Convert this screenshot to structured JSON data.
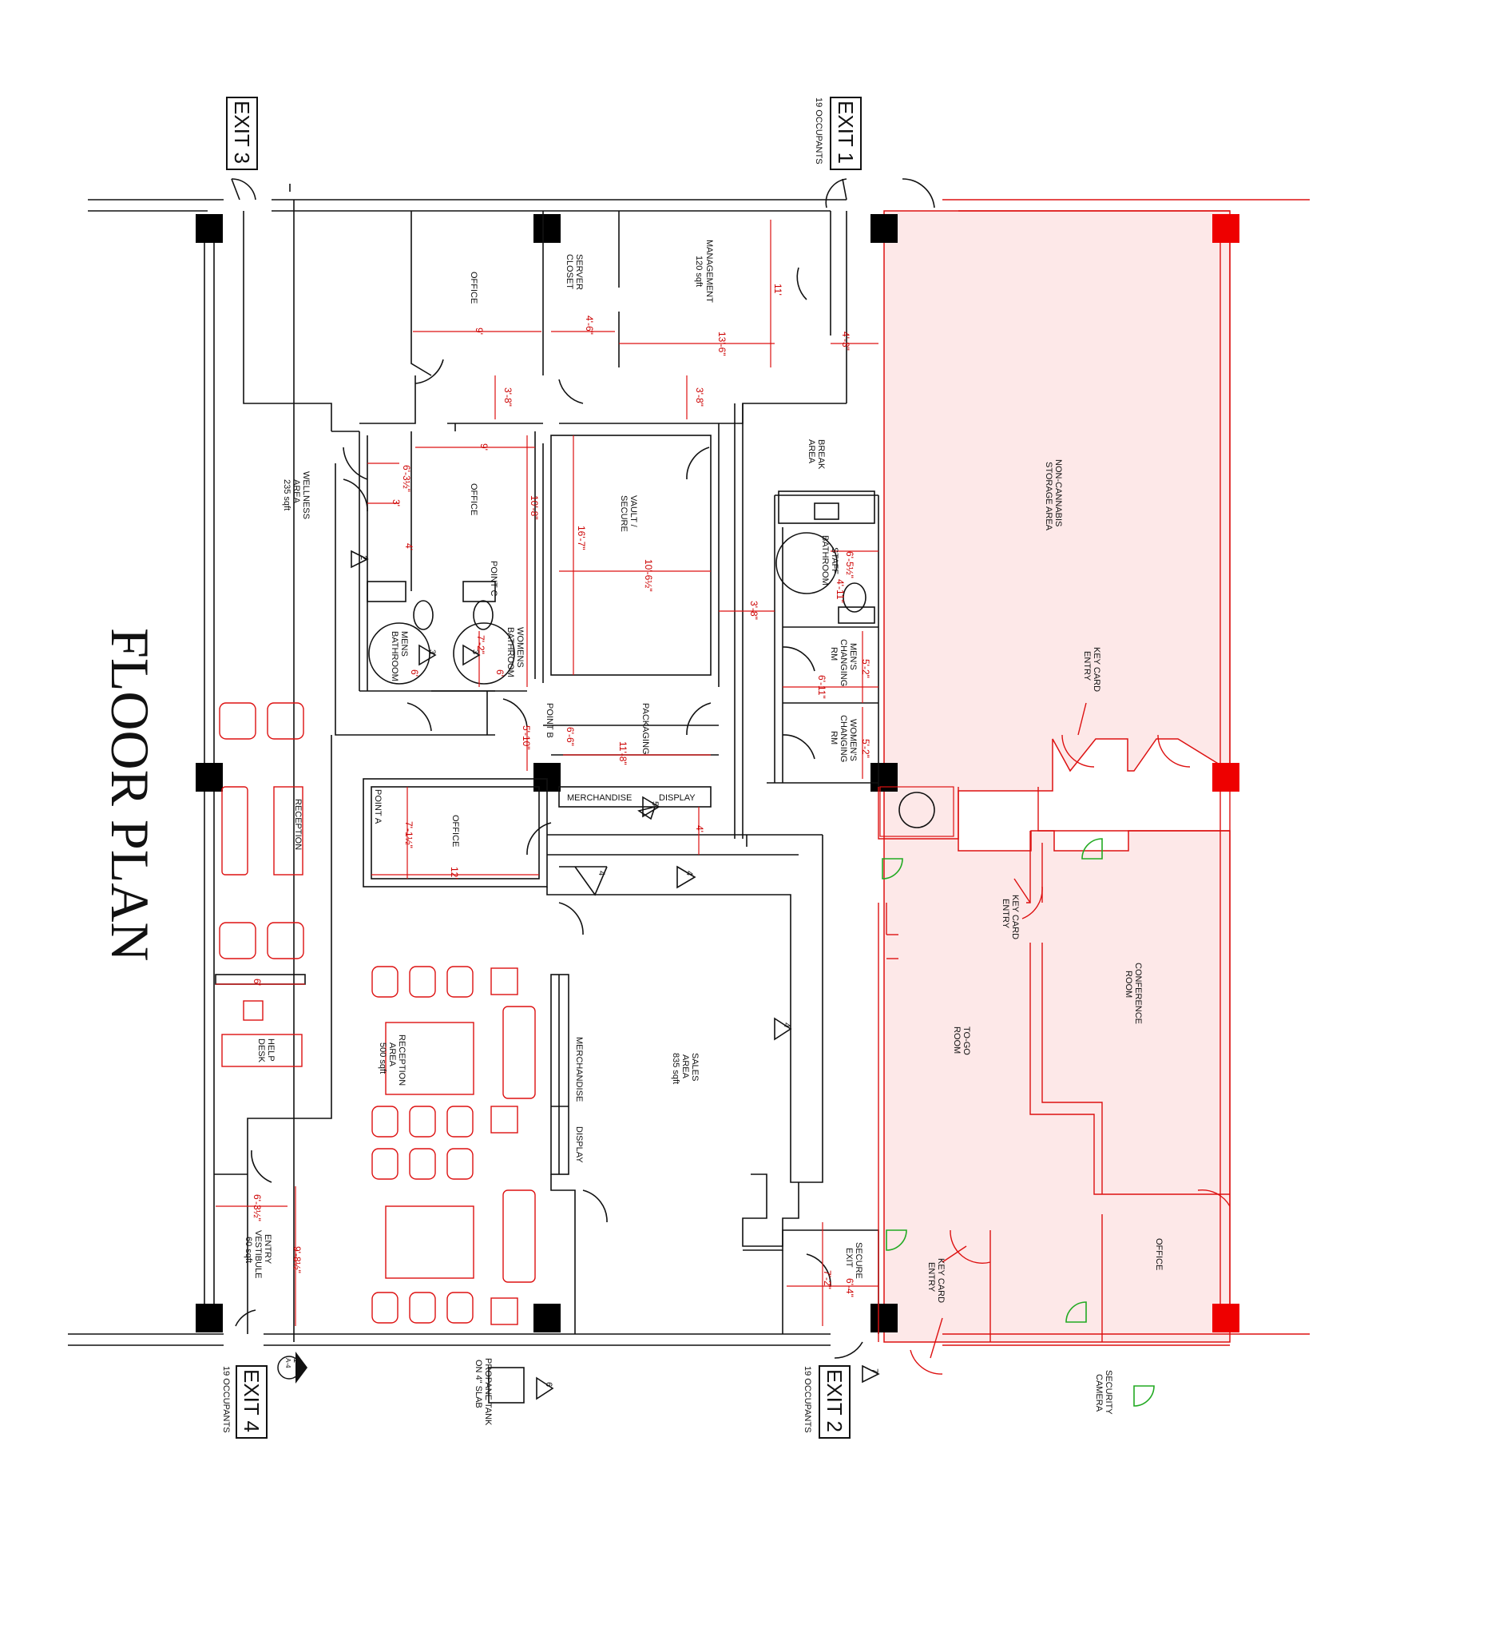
{
  "title": "FLOOR PLAN",
  "exits": [
    {
      "label": "EXIT 3",
      "occupants": ""
    },
    {
      "label": "EXIT 1",
      "occupants": "19 OCCUPANTS"
    },
    {
      "label": "EXIT 4",
      "occupants": "19 OCCUPANTS"
    },
    {
      "label": "EXIT 2",
      "occupants": "19 OCCUPANTS"
    }
  ],
  "rooms": {
    "office_top": "OFFICE",
    "server": [
      "SERVER",
      "CLOSET"
    ],
    "management": [
      "MANAGEMENT",
      "120 sqft"
    ],
    "office_mid": "OFFICE",
    "vault": [
      "VAULT /",
      "SECURE"
    ],
    "break_area": [
      "BREAK",
      "AREA"
    ],
    "staff_bath": [
      "STAFF",
      "BATHROOM"
    ],
    "mens_bath": [
      "MENS",
      "BATHROOM"
    ],
    "womens_bath": [
      "WOMENS",
      "BATHROOM"
    ],
    "mens_changing": [
      "MEN'S",
      "CHANGING",
      "RM"
    ],
    "womens_changing": [
      "WOMEN'S",
      "CHANGING",
      "RM"
    ],
    "packaging": "PACKAGING",
    "wellness": [
      "WELLNESS",
      "AREA",
      "235 sqft"
    ],
    "reception": "RECEPTION",
    "help_desk": [
      "HELP",
      "DESK"
    ],
    "office_left": "OFFICE",
    "merch_display_top": [
      "MERCHANDISE",
      "DISPLAY"
    ],
    "reception_area": [
      "RECEPTION",
      "AREA",
      "500 sqft"
    ],
    "merch_display_side": [
      "MERCHANDISE",
      "DISPLAY"
    ],
    "sales": [
      "SALES",
      "AREA",
      "835 sqft"
    ],
    "entry_vestibule": [
      "ENTRY",
      "VESTIBULE",
      "60 sqft"
    ],
    "secure_exit": [
      "SECURE",
      "EXIT"
    ],
    "non_cannabis": [
      "NON-CANNABIS",
      "STORAGE AREA"
    ],
    "key_card_1": [
      "KEY CARD",
      "ENTRY"
    ],
    "key_card_2": [
      "KEY CARD",
      "ENTRY"
    ],
    "key_card_3": [
      "KEY CARD",
      "ENTRY"
    ],
    "conference": [
      "CONFERENCE",
      "ROOM"
    ],
    "to_go": [
      "TO-GO",
      "ROOM"
    ],
    "office_right": "OFFICE",
    "propane": [
      "PROPANE TANK",
      "ON 4\" SLAB"
    ],
    "security_camera": [
      "SECURITY",
      "CAMERA"
    ]
  },
  "points": {
    "a": "POINT A",
    "b": "POINT B",
    "c": "POINT C"
  },
  "dimensions": {
    "d_office_top": "9'",
    "d_server": "4'-6\"",
    "d_mgmt_w": "13'-6\"",
    "d_mgmt_h": "11'",
    "d_4_3": "4'-3\"",
    "d_hall1": "3'-8\"",
    "d_hall2": "3'-8\"",
    "d_office_mid_w": "9'",
    "d_office_mid_h": "10'-8\"",
    "d_6_3": "6'-3½\"",
    "d_3": "3'",
    "d_4": "4'",
    "d_vault_h": "16'-7\"",
    "d_vault_w": "10'-6½\"",
    "d_7_2": "7'-2\"",
    "d_6a": "6'",
    "d_6b": "6'",
    "d_3_8": "3'-8\"",
    "d_staff1": "6'-5½\"",
    "d_staff2": "4'-11\"",
    "d_mens_ch_h": "5'-2\"",
    "d_mens_ch_w": "6'-11\"",
    "d_womens_ch_h": "5'-2\"",
    "d_5_10": "5'-10\"",
    "d_6_6": "6'-6\"",
    "d_pack_w": "11'-8\"",
    "d_office_left_h": "7'-1½\"",
    "d_office_left_w": "12'",
    "d_merch_4": "4'",
    "d_help_6": "6'",
    "d_vest_w": "6'-3½\"",
    "d_vest_h": "9'-8½\"",
    "d_secure_h": "7'-2\"",
    "d_secure_w": "6'-4\""
  },
  "tags": [
    "2",
    "3",
    "3",
    "5",
    "4",
    "4",
    "4",
    "6",
    "7",
    "1",
    "A-4"
  ]
}
